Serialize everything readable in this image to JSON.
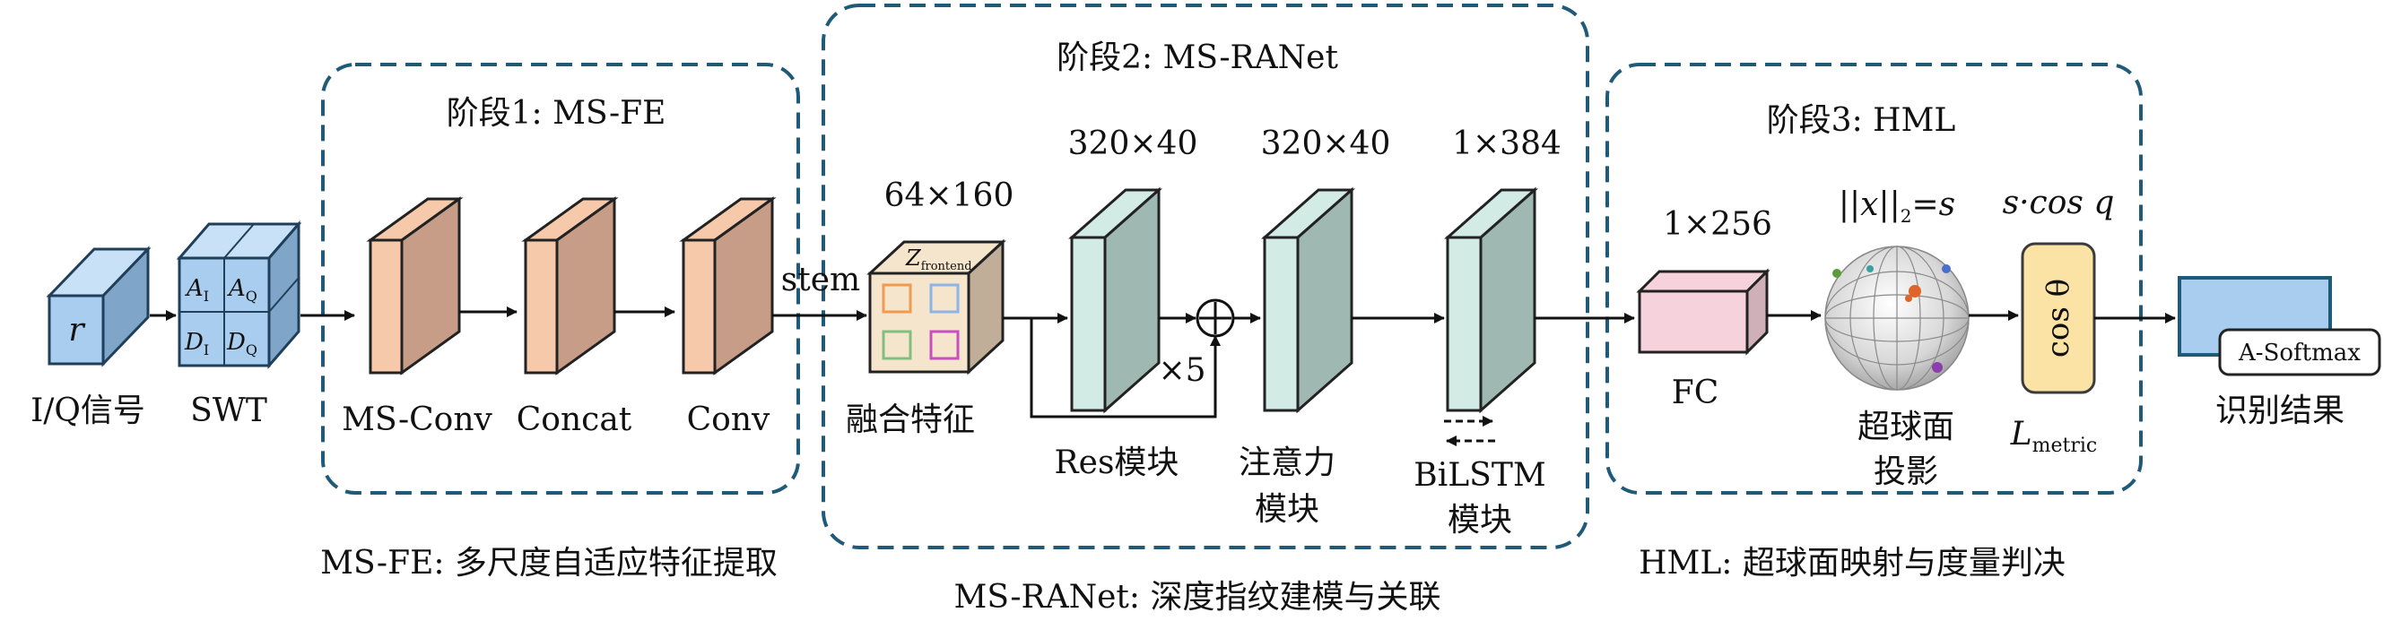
{
  "stages": {
    "s1": {
      "title": "阶段1: MS-FE",
      "caption": "MS-FE: 多尺度自适应特征提取"
    },
    "s2": {
      "title": "阶段2: MS-RANet",
      "caption": "MS-RANet: 深度指纹建模与关联"
    },
    "s3": {
      "title": "阶段3: HML",
      "caption": "HML: 超球面映射与度量判决"
    }
  },
  "input": {
    "symbol": "r",
    "label": "I/Q信号"
  },
  "swt": {
    "label": "SWT",
    "cells": {
      "ai": "A",
      "ai_sub": "I",
      "aq": "A",
      "aq_sub": "Q",
      "di": "D",
      "di_sub": "I",
      "dq": "D",
      "dq_sub": "Q"
    }
  },
  "fe_blocks": [
    "MS-Conv",
    "Concat",
    "Conv"
  ],
  "stem_label": "stem",
  "fusion": {
    "label": "融合特征",
    "dim": "64×160",
    "z": "Z",
    "z_sub": "frontend"
  },
  "res": {
    "dim": "320×40",
    "label": "Res模块",
    "repeat": "×5"
  },
  "attention": {
    "dim": "320×40",
    "label_line1": "注意力",
    "label_line2": "模块"
  },
  "bilstm": {
    "dim": "1×384",
    "label_line1": "BiLSTM",
    "label_line2": "模块"
  },
  "fc": {
    "dim": "1×256",
    "label": "FC"
  },
  "hypersphere": {
    "formula_norm": "||x||",
    "formula_sub": "2",
    "formula_rest": "=s",
    "label_line1": "超球面",
    "label_line2": "投影"
  },
  "cos": {
    "formula_above": "s·cos q",
    "box_text": "cos θ",
    "loss": "L",
    "loss_sub": "metric"
  },
  "output": {
    "softmax": "A-Softmax",
    "label": "识别结果"
  },
  "colors": {
    "stage_border": "#1f5b78",
    "blue_face": "#a9cdee",
    "blue_top": "#c9e1f6",
    "blue_side": "#7fa6c9",
    "orange_face": "#f6c9ab",
    "orange_side": "#c79d88",
    "teal_face": "#d2ebe4",
    "teal_side": "#9fb9b2",
    "fusion_face": "#f4e5cc",
    "fusion_side": "#c0ae98",
    "pink_face": "#f6d3dc",
    "pink_side": "#cfb0b8",
    "cos_fill": "#fbe3a6",
    "cos_border": "#3b3b3b",
    "output_fill": "#a9cdee",
    "output_border": "#1f5b78"
  }
}
